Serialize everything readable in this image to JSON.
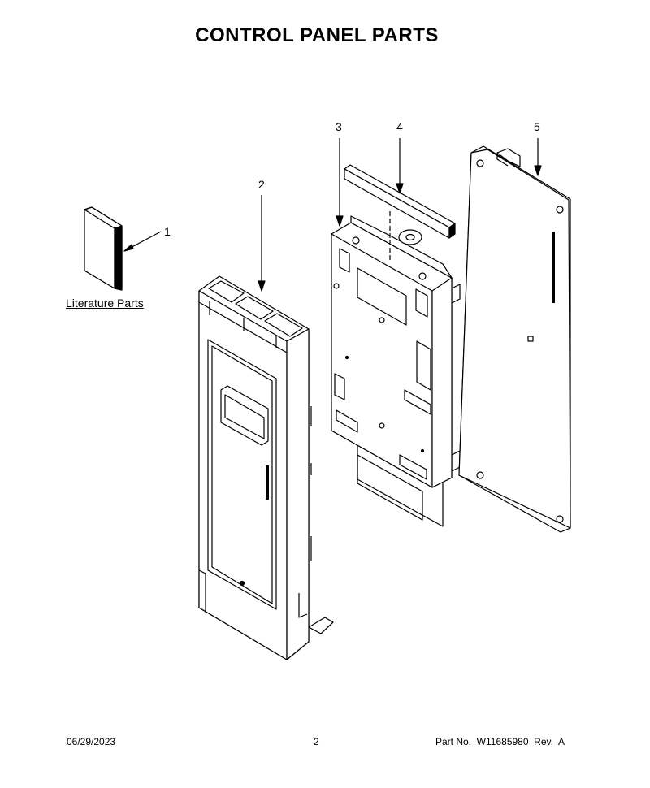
{
  "title": "CONTROL PANEL PARTS",
  "callouts": {
    "c1": "1",
    "c2": "2",
    "c3": "3",
    "c4": "4",
    "c5": "5"
  },
  "literature_label": "Literature Parts",
  "footer": {
    "date": "06/29/2023",
    "page": "2",
    "part_no": "Part No.  W11685980  Rev.  A"
  }
}
